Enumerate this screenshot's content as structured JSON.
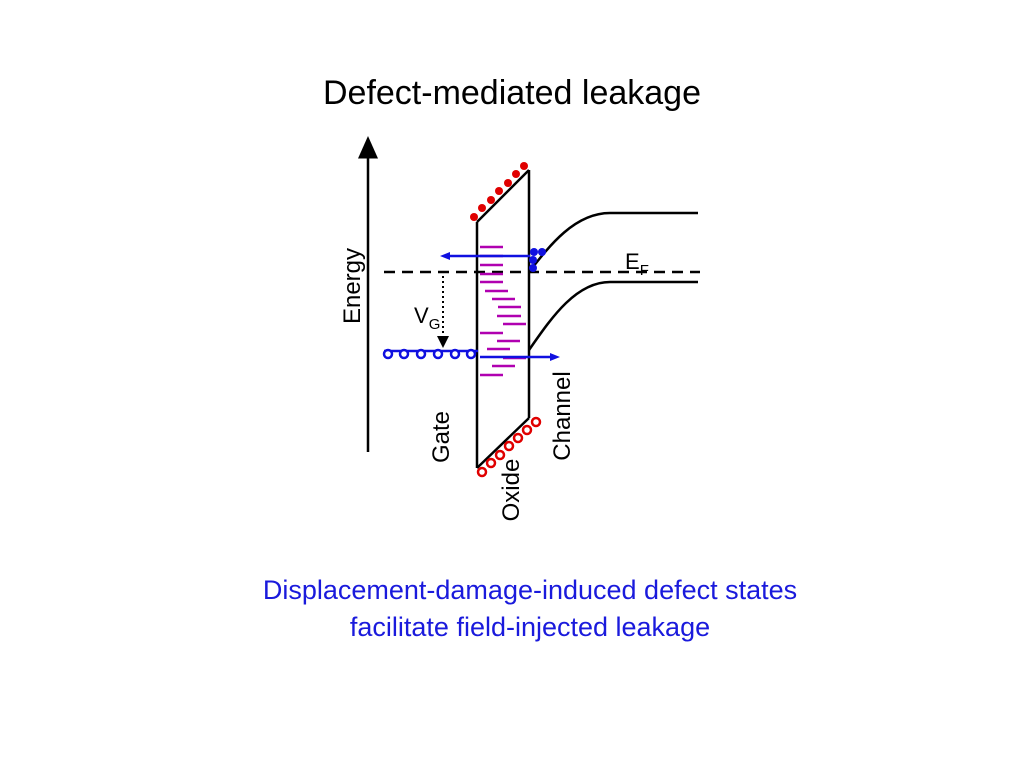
{
  "title": "Defect-mediated leakage",
  "diagram": {
    "axis_label": "Energy",
    "fermi_label_main": "E",
    "fermi_label_sub": "F",
    "voltage_label_main": "V",
    "voltage_label_sub": "G",
    "region_labels": {
      "gate": "Gate",
      "oxide": "Oxide",
      "channel": "Channel"
    },
    "colors": {
      "electron_filled": "#e00000",
      "hole_empty": "#e00000",
      "channel_electron": "#1010e0",
      "defect_states": "#b000b0",
      "arrow": "#1010e0"
    }
  },
  "caption": {
    "line1": "Displacement-damage-induced defect states",
    "line2": "facilitate field-injected leakage"
  }
}
